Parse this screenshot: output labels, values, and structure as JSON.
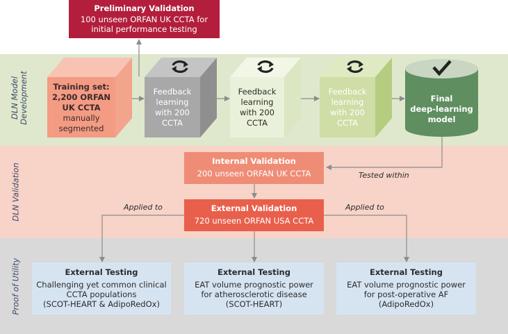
{
  "colors": {
    "band_development": "#dfe8cc",
    "band_validation": "#f8d3c8",
    "band_proof": "#d9d9d9",
    "preliminary_box": "#b21e3c",
    "internal_box": "#ef8c76",
    "external_box": "#e8604c",
    "testing_box": "#d6e4f2",
    "final_cylinder": "#5f8e60"
  },
  "bands": {
    "development": "DLN Model\nDevelopment",
    "validation": "DLN Validation",
    "proof": "Proof of Utility"
  },
  "preliminary": {
    "title": "Preliminary Validation",
    "line1": "100 unseen ORFAN UK CCTA for",
    "line2": "initial performance testing"
  },
  "cubes": [
    {
      "lines": [
        "Training set:",
        "2,200 ORFAN",
        "UK CCTA"
      ],
      "extra": [
        "manually",
        "segmented"
      ],
      "icon": "none"
    },
    {
      "lines": [
        "Feedback",
        "learning",
        "with 200",
        "CCTA"
      ],
      "icon": "cycle-icon"
    },
    {
      "lines": [
        "Feedback",
        "learning",
        "with 200",
        "CCTA"
      ],
      "icon": "cycle-icon"
    },
    {
      "lines": [
        "Feedback",
        "learning",
        "with 200",
        "CCTA"
      ],
      "icon": "cycle-icon"
    }
  ],
  "final_model": {
    "line1": "Final",
    "line2": "deep-learning",
    "line3": "model",
    "icon": "check-icon"
  },
  "internal": {
    "title": "Internal Validation",
    "subtitle": "200 unseen ORFAN UK CCTA"
  },
  "external": {
    "title": "External Validation",
    "subtitle": "720 unseen ORFAN USA CCTA"
  },
  "labels": {
    "tested_within": "Tested within",
    "applied_to_left": "Applied to",
    "applied_to_right": "Applied to"
  },
  "testing": [
    {
      "title": "External Testing",
      "lines": [
        "Challenging yet common clinical",
        "CCTA populations",
        "(SCOT-HEART & AdipoRedOx)"
      ]
    },
    {
      "title": "External Testing",
      "lines": [
        "EAT volume prognostic power",
        "for atherosclerotic disease",
        "(SCOT-HEART)"
      ]
    },
    {
      "title": "External Testing",
      "lines": [
        "EAT volume prognostic power",
        "for post-operative AF",
        "(AdipoRedOx)"
      ]
    }
  ]
}
